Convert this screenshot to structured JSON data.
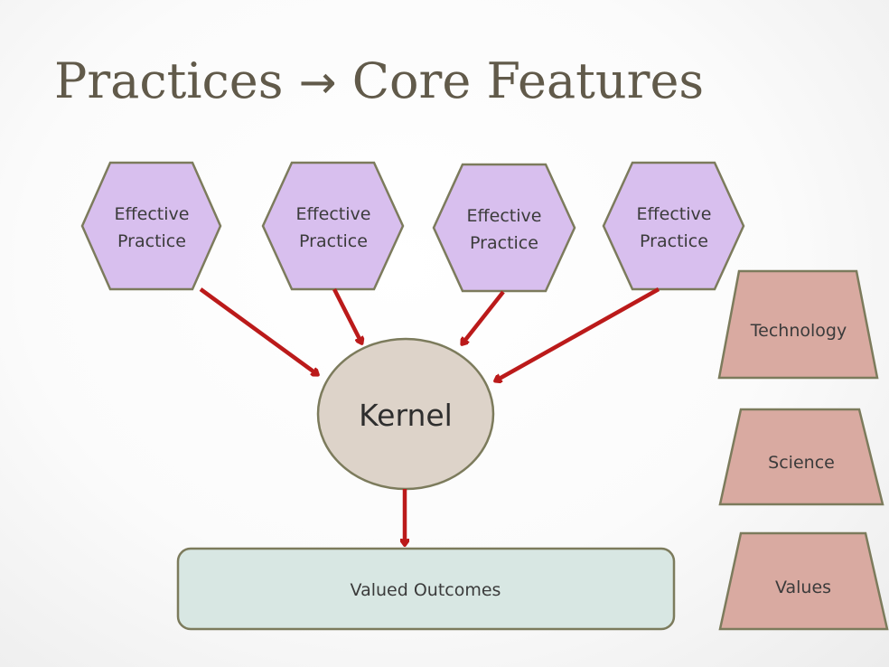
{
  "title": {
    "part1": "Practices",
    "arrow": "→",
    "part2": "Core Features"
  },
  "practices": [
    {
      "line1": "Effective",
      "line2": "Practice"
    },
    {
      "line1": "Effective",
      "line2": "Practice"
    },
    {
      "line1": "Effective",
      "line2": "Practice"
    },
    {
      "line1": "Effective",
      "line2": "Practice"
    }
  ],
  "kernel": {
    "label": "Kernel"
  },
  "outcome": {
    "label": "Valued Outcomes"
  },
  "foundations": [
    {
      "label": "Technology"
    },
    {
      "label": "Science"
    },
    {
      "label": "Values"
    }
  ],
  "colors": {
    "hex_fill": "#d8bfee",
    "hex_stroke": "#7c7b5c",
    "kernel_fill": "#ddd3c9",
    "kernel_stroke": "#7c7b5c",
    "outcome_fill": "#d8e7e3",
    "outcome_stroke": "#7c7b5c",
    "trap_fill": "#d9aaa1",
    "trap_stroke": "#7c7b5c",
    "arrow": "#bb1a1a",
    "title": "#615a4a"
  }
}
